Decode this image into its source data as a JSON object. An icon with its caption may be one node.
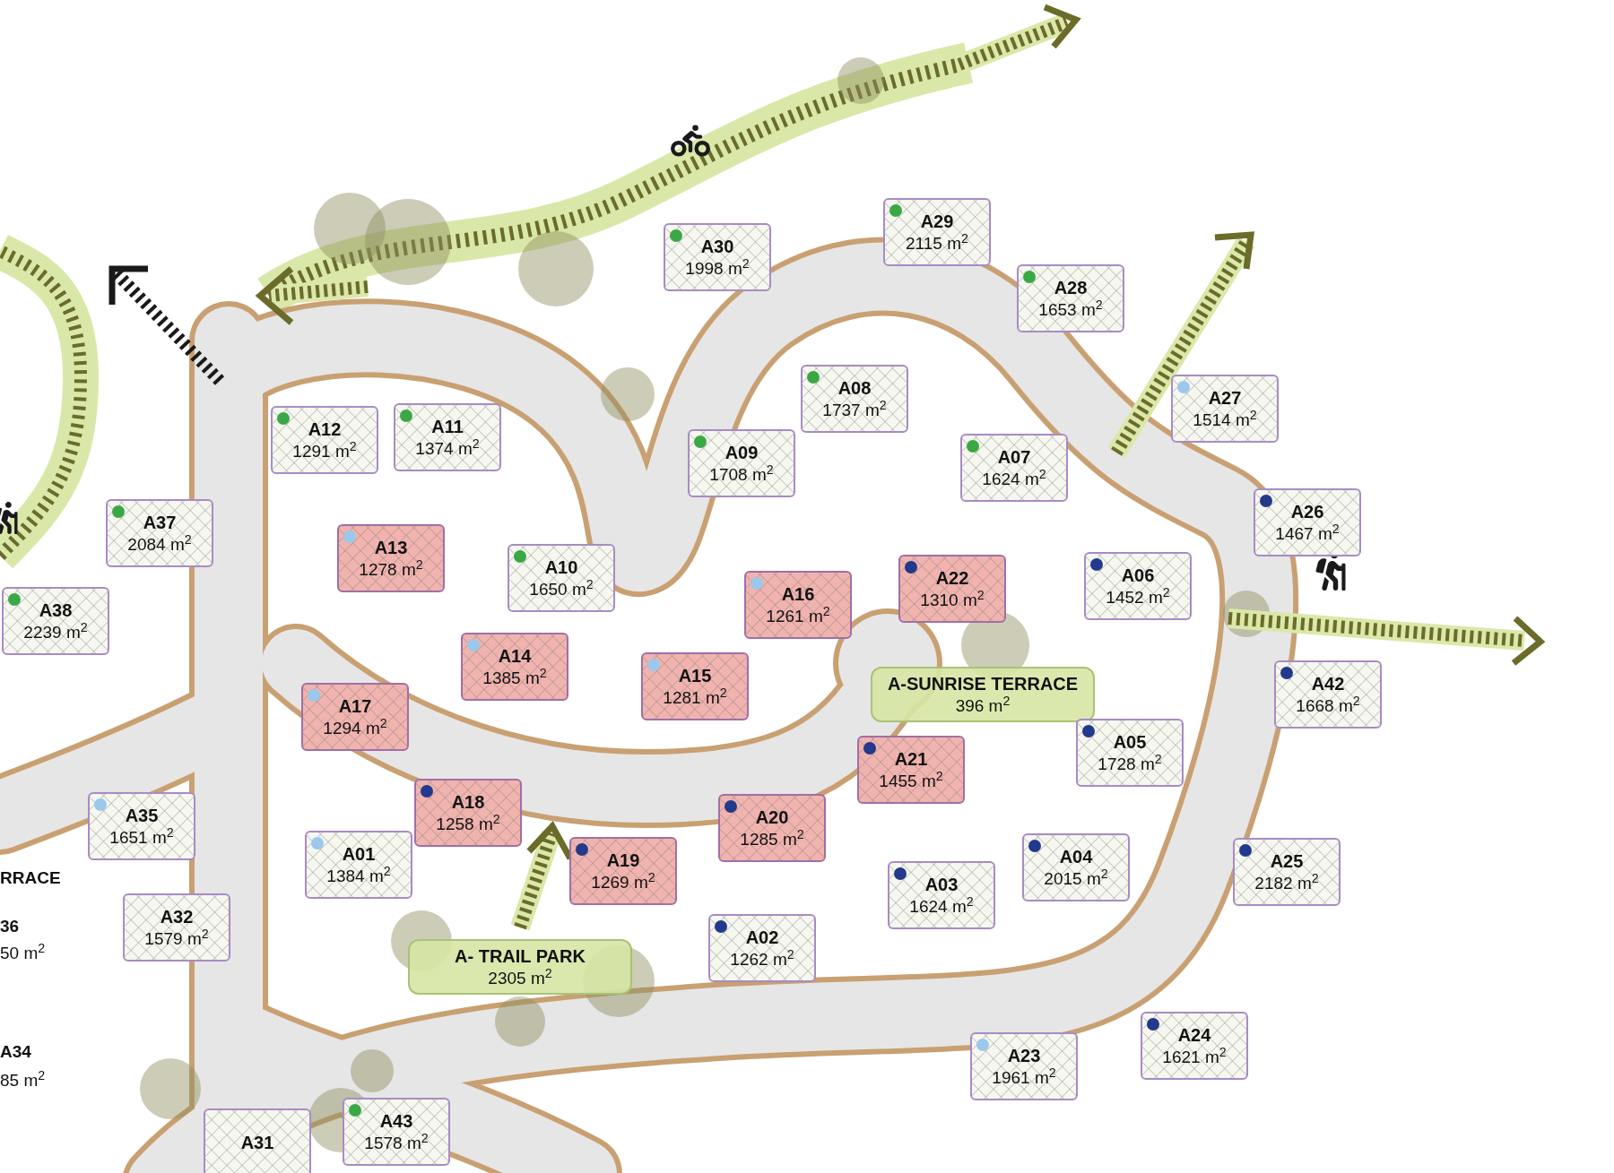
{
  "diagram": {
    "nodes": [
      {
        "text": [
          "A30",
          "1998 m$^{2}$"
        ]
      },
      {
        "text": [
          "A29",
          "2115 m$^{2}$"
        ]
      },
      {
        "text": [
          "A28",
          "1653 m$^{2}$"
        ]
      },
      {
        "text": [
          "A27",
          "1514 m$^{2}$"
        ]
      },
      {
        "text": [
          "A08",
          "1737 m$^{2}$"
        ]
      },
      {
        "text": [
          "A12",
          "1291 m$^{2}$"
        ]
      },
      {
        "text": [
          "A11",
          "1374 m$^{2}$"
        ]
      },
      {
        "text": [
          "A09",
          "1708 m$^{2}$"
        ]
      },
      {
        "text": [
          "A07",
          "1624 m$^{2}$"
        ]
      },
      {
        "text": [
          "A26",
          "1467 m$^{2}$"
        ]
      },
      {
        "text": [
          "A37",
          "2084 m$^{2}$"
        ]
      },
      {
        "text": [
          "A13",
          "1278 m$^{2}$"
        ]
      },
      {
        "text": [
          "A10",
          "1650 m$^{2}$"
        ]
      },
      {
        "text": [
          "A22",
          "1310 m$^{2}$"
        ]
      },
      {
        "text": [
          "A06",
          "1452 m$^{2}$"
        ]
      },
      {
        "text": [
          "A16",
          "1261 m$^{2}$"
        ]
      },
      {
        "text": [
          "A38",
          "2239 m$^{2}$"
        ]
      },
      {
        "text": [
          "A14",
          "1385 m$^{2}$"
        ]
      },
      {
        "text": [
          "A15",
          "1281 m$^{2}$"
        ]
      },
      {
        "text": [
          "A-SUNRISE TERRACE",
          "396 m$^{2}$"
        ]
      },
      {
        "text": [
          "A42",
          "1668 m$^{2}$"
        ]
      },
      {
        "text": [
          "A17",
          "1294 m$^{2}$"
        ]
      },
      {
        "text": [
          "A05",
          "1728 m$^{2}$"
        ]
      },
      {
        "text": [
          "A21",
          "1455 m$^{2}$"
        ]
      },
      {
        "text": [
          "A18",
          "1258 m$^{2}$"
        ]
      },
      {
        "text": [
          "A35",
          "1651 m$^{2}$"
        ]
      },
      {
        "text": [
          "A20",
          "1285 m$^{2}$"
        ]
      },
      {
        "text": [
          "A01",
          "1384 m$^{2}$"
        ]
      },
      {
        "text": [
          "A04",
          "2015 m$^{2}$"
        ]
      },
      {
        "text": [
          "A19",
          "1269 m$^{2}$"
        ]
      },
      {
        "text": [
          "A25",
          "2182 m$^{2}$"
        ]
      },
      {
        "text": [
          "A03",
          "1624 m$^{2}$"
        ]
      },
      {
        "text": [
          "A32",
          "1579 m$^{2}$"
        ]
      },
      {
        "text": [
          "A02",
          "1262 m$^{2}$"
        ]
      },
      {
        "text": [
          "A- TRAIL PARK",
          "2305 m$^{2}$"
        ]
      },
      {
        "text": [
          "A24",
          "1621 m$^{2}$"
        ]
      },
      {
        "text": [
          "A23",
          "1961 m$^{2}$"
        ]
      },
      {
        "text": [
          "A43",
          "1578 m$^{2}$"
        ]
      },
      {
        "text": [
          "A31"
        ]
      }
    ],
    "labels": [
      "RRACE",
      "36",
      "50 m$^{2}$",
      "A34",
      "85 m$^{2}$"
    ]
  }
}
